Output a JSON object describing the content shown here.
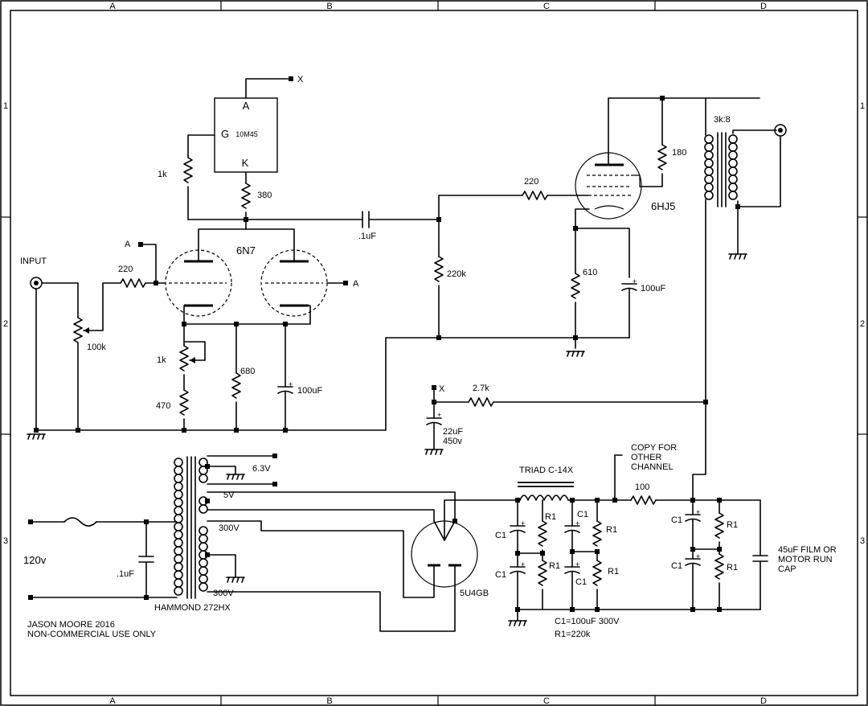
{
  "frame": {
    "columns": [
      "A",
      "B",
      "C",
      "D"
    ],
    "rows": [
      "1",
      "2",
      "3"
    ]
  },
  "preamp": {
    "input_label": "INPUT",
    "r_input": "220",
    "pot": "100k",
    "r_cathode_pot": "1k",
    "r_cathode": "470",
    "r_680": "680",
    "cap_cathode": "100uF",
    "tube": "6N7",
    "grid_a_label": "A",
    "plate_a_label": "A"
  },
  "ccs": {
    "part": "10M45",
    "pin_a": "A",
    "pin_g": "G",
    "pin_k": "K",
    "r_gate": "1k",
    "r_set": "380",
    "x_label": "X"
  },
  "coupling": {
    "cap": ".1uF",
    "r_grid": "220k"
  },
  "output": {
    "r_grid_stop": "220",
    "r_screen": "180",
    "tube": "6HJ5",
    "r_cathode": "610",
    "cap_cathode": "100uF",
    "transformer": "3k:8"
  },
  "filter_node": {
    "x_label": "X",
    "resistor": "2.7k",
    "cap": "22uF",
    "voltage": "450v"
  },
  "power": {
    "mains": "120v",
    "cap": ".1uF",
    "transformer": "HAMMOND 272HX",
    "tap_63": "6.3V",
    "tap_5": "5V",
    "tap_300a": "300V",
    "tap_300b": "300V",
    "rectifier": "5U4GB",
    "choke": "TRIAD C-14X",
    "r_series": "100",
    "copy_note_1": "COPY FOR",
    "copy_note_2": "OTHER",
    "copy_note_3": "CHANNEL",
    "c1": "C1",
    "r1": "R1",
    "legend_c1": "C1=100uF 300V",
    "legend_r1": "R1=220k",
    "film_1": "45uF FILM OR",
    "film_2": "MOTOR RUN",
    "film_3": "CAP"
  },
  "credit": {
    "line1": "JASON MOORE 2016",
    "line2": "NON-COMMERCIAL USE ONLY"
  }
}
